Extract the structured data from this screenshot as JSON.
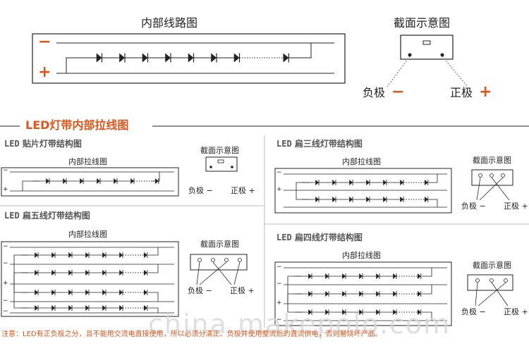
{
  "top": {
    "wiring_title": "内部线路图",
    "cross_title": "截面示意图",
    "neg_label": "负极",
    "neg_sign": "−",
    "pos_label": "正极",
    "pos_sign": "+",
    "left_neg": "−",
    "left_pos": "+"
  },
  "banner": {
    "title": "LED灯带内部拉线图"
  },
  "smd": {
    "title_led": "LED",
    "title": "贴片灯带结构图",
    "wiring_title": "内部拉线图",
    "cross_title": "截面示意图",
    "neg": "负极 −",
    "pos": "正极 +",
    "left_neg": "−",
    "left_pos": "+"
  },
  "flat3": {
    "title_led": "LED",
    "title": "扁三线灯带结构图",
    "wiring_title": "内部拉线图",
    "cross_title": "截面示意图",
    "neg": "负极 −",
    "pos": "正极 +",
    "left_neg": "−",
    "left_pos": "+"
  },
  "flat5": {
    "title_led": "LED",
    "title": "扁五线灯带结构图",
    "wiring_title": "内部拉线图",
    "cross_title": "截面示意图",
    "neg": "负极 −",
    "pos": "正极 +",
    "left_marks": [
      "−",
      "−",
      "+",
      "−",
      "−"
    ]
  },
  "flat4": {
    "title_led": "LED",
    "title": "扁四线灯带结构图",
    "wiring_title": "内部拉线图",
    "cross_title": "截面示意图",
    "neg": "负极 −",
    "pos": "正极 +",
    "left_marks": [
      "−",
      "−",
      "+",
      "−"
    ]
  },
  "footer": {
    "note": "注意：LED有正负极之分，且不能用交流电直接使用，所以必须分清正、负极并使用整流后的直流供电，否则易烧坏产品。",
    "watermark": "china.makepolo.com"
  },
  "colors": {
    "accent": "#e0541a",
    "line": "#222222",
    "divider": "#bbbbbb"
  }
}
